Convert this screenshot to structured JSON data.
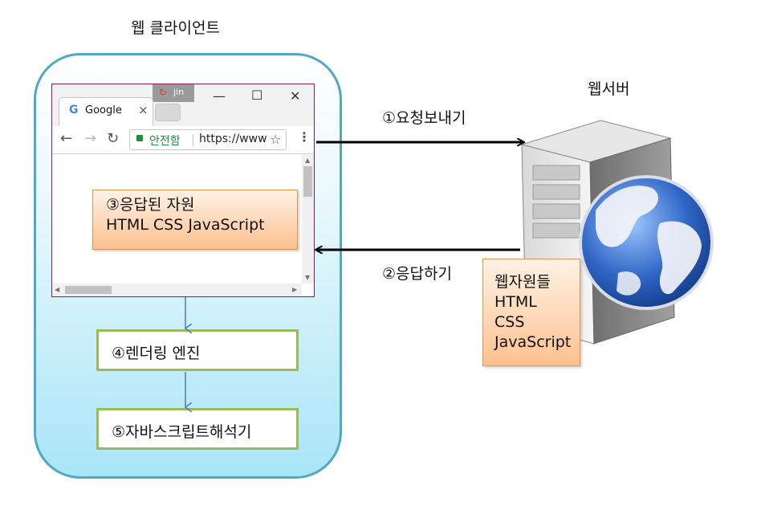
{
  "client": {
    "title": "웹 클라이언트"
  },
  "browser": {
    "tab_label": "Google",
    "tab_close": "×",
    "user_label": "jin",
    "security_label": "안전함",
    "url": "https://www",
    "window_buttons": [
      "—",
      "☐",
      "✕"
    ]
  },
  "resource_box": {
    "line1": "③응답된 자원",
    "line2": "HTML CSS JavaScript"
  },
  "rendering_engine": {
    "label": "④렌더링 엔진"
  },
  "js_interpreter": {
    "label": "⑤자바스크립트해석기"
  },
  "server": {
    "title": "웹서버",
    "resources": [
      "웹자원들",
      "HTML",
      "CSS",
      "JavaScript"
    ]
  },
  "arrows": {
    "request": "①요청보내기",
    "response": "②응답하기"
  },
  "colors": {
    "client_border": "#4fa9c6",
    "orange_border": "#e7924a",
    "green_border": "#9bbb59",
    "arrow_blue": "#4a7ebb"
  }
}
